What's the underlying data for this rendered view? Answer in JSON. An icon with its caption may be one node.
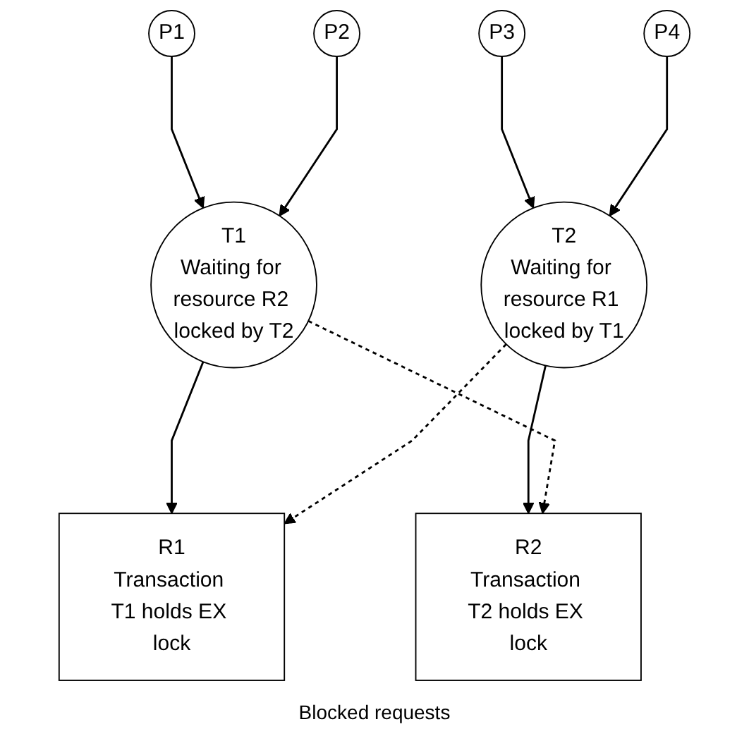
{
  "diagram": {
    "nodes": [
      {
        "text": [
          "P1"
        ]
      },
      {
        "text": [
          "P2"
        ]
      },
      {
        "text": [
          "P3"
        ]
      },
      {
        "text": [
          "P4"
        ]
      },
      {
        "text": [
          "T1",
          "Waiting for resource R2 locked by T2"
        ]
      },
      {
        "text": [
          "T2",
          "Waiting for resource R1 locked by T1"
        ]
      },
      {
        "text": [
          "R1",
          "Transaction T1 holds EX lock"
        ]
      },
      {
        "text": [
          "R2",
          "Transaction T2 holds EX lock"
        ]
      }
    ],
    "edges": [
      {
        "from": 0,
        "to": 4,
        "arrow": "to"
      },
      {
        "from": 1,
        "to": 4,
        "arrow": "to"
      },
      {
        "from": 2,
        "to": 5,
        "arrow": "to"
      },
      {
        "from": 3,
        "to": 5,
        "arrow": "to"
      },
      {
        "from": 4,
        "to": 6,
        "arrow": "to"
      },
      {
        "from": 5,
        "to": 7,
        "arrow": "to"
      },
      {
        "from": 4,
        "to": 7,
        "arrow": "to",
        "style": "dashed"
      },
      {
        "from": 5,
        "to": 6,
        "arrow": "to",
        "style": "dashed"
      }
    ],
    "labels": [
      "Blocked requests"
    ]
  }
}
